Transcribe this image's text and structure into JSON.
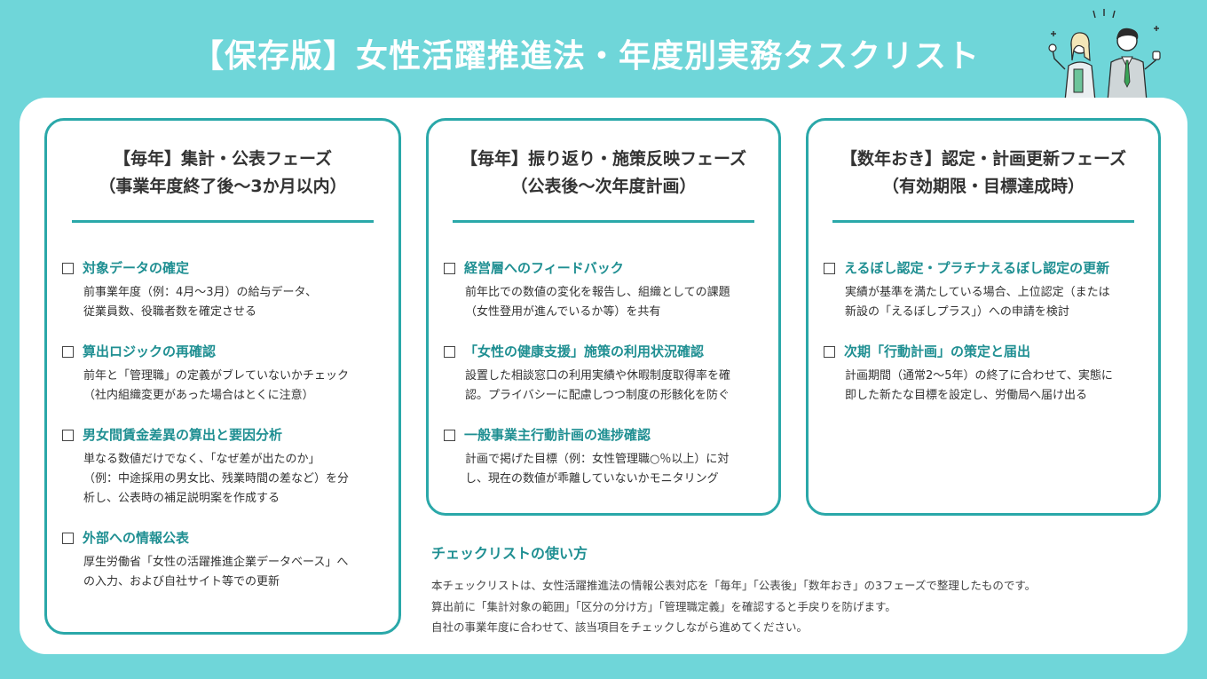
{
  "title": "【保存版】女性活躍推進法・年度別実務タスクリスト",
  "colors": {
    "background": "#6fd6d9",
    "accent": "#2aa8a9",
    "accent_text": "#1f8f92"
  },
  "cards": [
    {
      "heading_line1": "【毎年】集計・公表フェーズ",
      "heading_line2": "（事業年度終了後〜3か月以内）",
      "items": [
        {
          "title": "対象データの確定",
          "desc": "前事業年度（例：4月〜3月）の給与データ、\n従業員数、役職者数を確定させる"
        },
        {
          "title": "算出ロジックの再確認",
          "desc": "前年と「管理職」の定義がブレていないかチェック\n（社内組織変更があった場合はとくに注意）"
        },
        {
          "title": "男女間賃金差異の算出と要因分析",
          "desc": "単なる数値だけでなく、「なぜ差が出たのか」\n（例：中途採用の男女比、残業時間の差など）を分\n析し、公表時の補足説明案を作成する"
        },
        {
          "title": "外部への情報公表",
          "desc": "厚生労働省「女性の活躍推進企業データベース」へ\nの入力、および自社サイト等での更新"
        }
      ]
    },
    {
      "heading_line1": "【毎年】振り返り・施策反映フェーズ",
      "heading_line2": "（公表後〜次年度計画）",
      "items": [
        {
          "title": "経営層へのフィードバック",
          "desc": "前年比での数値の変化を報告し、組織としての課題\n（女性登用が進んでいるか等）を共有"
        },
        {
          "title": "「女性の健康支援」施策の利用状況確認",
          "desc": "設置した相談窓口の利用実績や休暇制度取得率を確\n認。プライバシーに配慮しつつ制度の形骸化を防ぐ"
        },
        {
          "title": "一般事業主行動計画の進捗確認",
          "desc": "計画で掲げた目標（例：女性管理職○％以上）に対\nし、現在の数値が乖離していないかモニタリング"
        }
      ]
    },
    {
      "heading_line1": "【数年おき】認定・計画更新フェーズ",
      "heading_line2": "（有効期限・目標達成時）",
      "items": [
        {
          "title": "えるぼし認定・プラチナえるぼし認定の更新",
          "desc": "実績が基準を満たしている場合、上位認定（または\n新設の「えるぼしプラス」）への申請を検討"
        },
        {
          "title": "次期「行動計画」の策定と届出",
          "desc": "計画期間（通常2〜5年）の終了に合わせて、実態に\n即した新たな目標を設定し、労働局へ届け出る"
        }
      ]
    }
  ],
  "usage": {
    "title": "チェックリストの使い方",
    "lines": [
      "本チェックリストは、女性活躍推進法の情報公表対応を「毎年」「公表後」「数年おき」の3フェーズで整理したものです。",
      "算出前に「集計対象の範囲」「区分の分け方」「管理職定義」を確認すると手戻りを防げます。",
      "自社の事業年度に合わせて、該当項目をチェックしながら進めてください。"
    ]
  },
  "illustration_icon": "two-business-people-illustration"
}
